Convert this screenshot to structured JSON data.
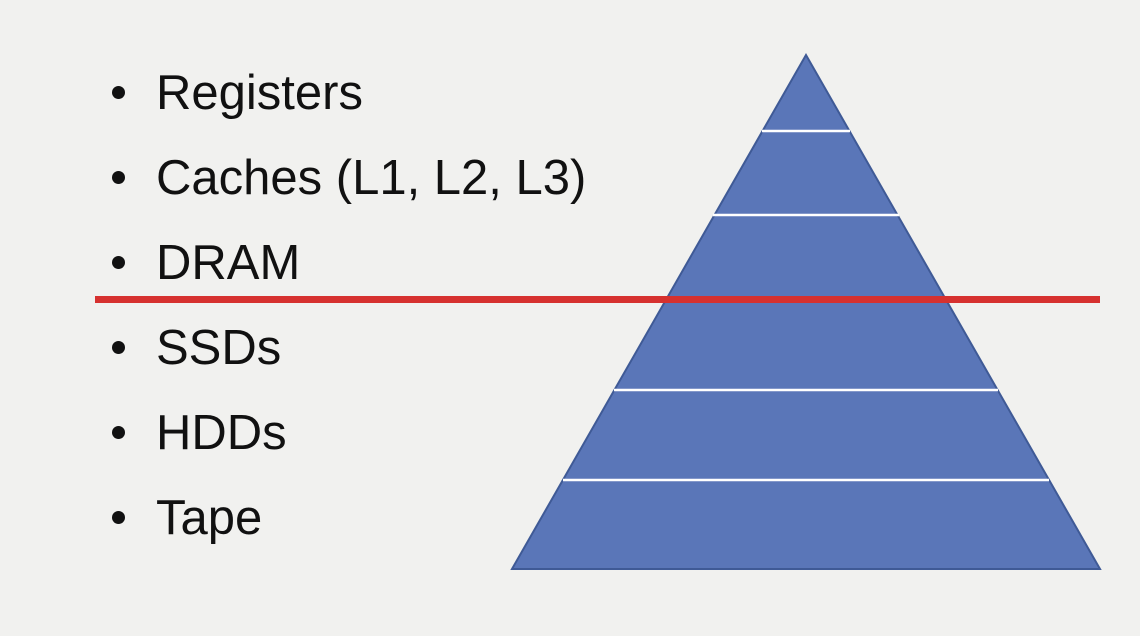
{
  "hierarchy": {
    "items": [
      {
        "label": "Registers"
      },
      {
        "label": "Caches (L1, L2, L3)"
      },
      {
        "label": "DRAM"
      },
      {
        "label": "SSDs"
      },
      {
        "label": "HDDs"
      },
      {
        "label": "Tape"
      }
    ]
  },
  "colors": {
    "background": "#f1f1ef",
    "pyramid_fill": "#5a76b8",
    "pyramid_stroke": "#3f5a96",
    "tier_separator": "#ffffff",
    "divider": "#d6312f",
    "text": "#111111"
  }
}
